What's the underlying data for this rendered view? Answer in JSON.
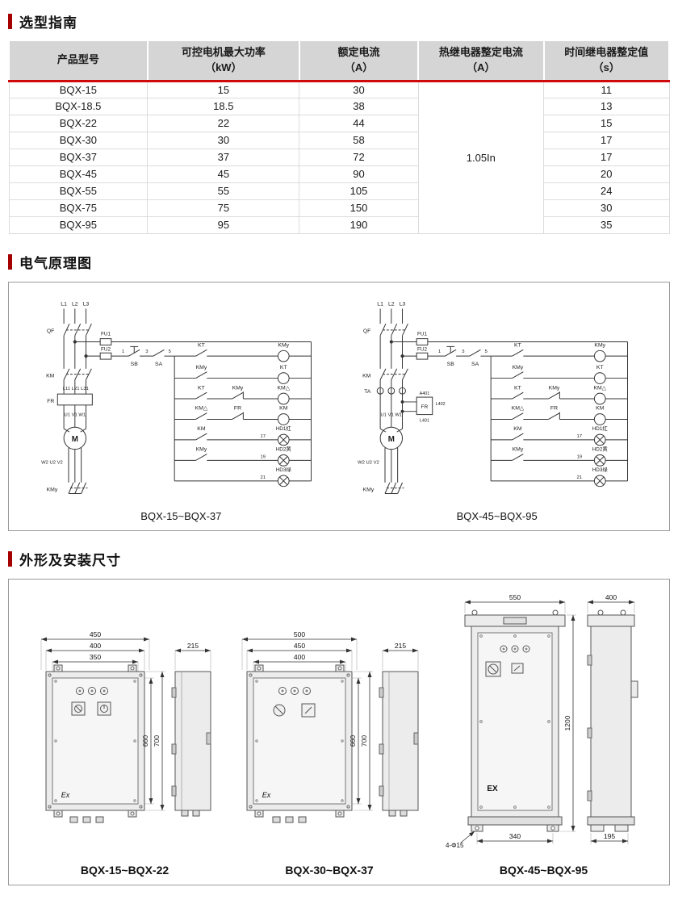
{
  "sections": {
    "selection_guide": "选型指南",
    "schematic": "电气原理图",
    "dimensions": "外形及安装尺寸"
  },
  "table": {
    "headers": [
      {
        "title": "产品型号",
        "unit": ""
      },
      {
        "title": "可控电机最大功率",
        "unit": "（kW）"
      },
      {
        "title": "额定电流",
        "unit": "（A）"
      },
      {
        "title": "热继电器整定电流",
        "unit": "（A）"
      },
      {
        "title": "时间继电器整定值",
        "unit": "（s）"
      }
    ],
    "thermal_setting": "1.05In",
    "rows": [
      {
        "model": "BQX-15",
        "power": "15",
        "current": "30",
        "time": "11"
      },
      {
        "model": "BQX-18.5",
        "power": "18.5",
        "current": "38",
        "time": "13"
      },
      {
        "model": "BQX-22",
        "power": "22",
        "current": "44",
        "time": "15"
      },
      {
        "model": "BQX-30",
        "power": "30",
        "current": "58",
        "time": "17"
      },
      {
        "model": "BQX-37",
        "power": "37",
        "current": "72",
        "time": "17"
      },
      {
        "model": "BQX-45",
        "power": "45",
        "current": "90",
        "time": "20"
      },
      {
        "model": "BQX-55",
        "power": "55",
        "current": "105",
        "time": "24"
      },
      {
        "model": "BQX-75",
        "power": "75",
        "current": "150",
        "time": "30"
      },
      {
        "model": "BQX-95",
        "power": "95",
        "current": "190",
        "time": "35"
      }
    ]
  },
  "schematics": {
    "left": {
      "caption": "BQX-15~BQX-37",
      "l1": "L1",
      "l2": "L2",
      "l3": "L3",
      "qf": "QF",
      "fu1": "FU1",
      "fu2": "FU2",
      "km": "KM",
      "fr": "FR",
      "motor": "M",
      "kmy": "KMy",
      "kmd": "KM△",
      "kt": "KT",
      "sb": "SB",
      "sa": "SA",
      "hd1": "HD1红",
      "hd2": "HD2黄",
      "hd3": "HD3绿",
      "terminals_top": "U1 V1 W1",
      "terminals_bottom": "W2 U2 V2",
      "wire_marks": "L11 L21 L31",
      "n1": "1",
      "n3": "3",
      "n5": "5",
      "n17": "17",
      "n19": "19",
      "n21": "21"
    },
    "right": {
      "caption": "BQX-45~BQX-95",
      "l1": "L1",
      "l2": "L2",
      "l3": "L3",
      "qf": "QF",
      "fu1": "FU1",
      "fu2": "FU2",
      "km": "KM",
      "ta": "TA",
      "fr": "FR",
      "motor": "M",
      "kmy": "KMy",
      "kmd": "KM△",
      "kt": "KT",
      "sb": "SB",
      "sa": "SA",
      "hd1": "HD1红",
      "hd2": "HD2黄",
      "hd3": "HD3绿",
      "terminals_top": "U1 V1 W1",
      "terminals_bottom": "W2 U2 V2",
      "a401": "A401",
      "l401": "L401",
      "l402": "L402",
      "n1": "1",
      "n3": "3",
      "n5": "5",
      "n17": "17",
      "n19": "19",
      "n21": "21"
    }
  },
  "outline": {
    "d1": {
      "caption": "BQX-15~BQX-22",
      "w_outer": "450",
      "w_mid": "400",
      "w_inner": "350",
      "depth": "215",
      "h_inner": "660",
      "h_outer": "700",
      "ex": "Ex"
    },
    "d2": {
      "caption": "BQX-30~BQX-37",
      "w_outer": "500",
      "w_mid": "450",
      "w_inner": "400",
      "depth": "215",
      "h_inner": "660",
      "h_outer": "700",
      "ex": "Ex"
    },
    "d3": {
      "caption": "BQX-45~BQX-95",
      "w_top": "550",
      "depth": "400",
      "height": "1200",
      "base_front": "340",
      "base_side": "195",
      "holes": "4-Φ15",
      "ex": "EX"
    }
  }
}
